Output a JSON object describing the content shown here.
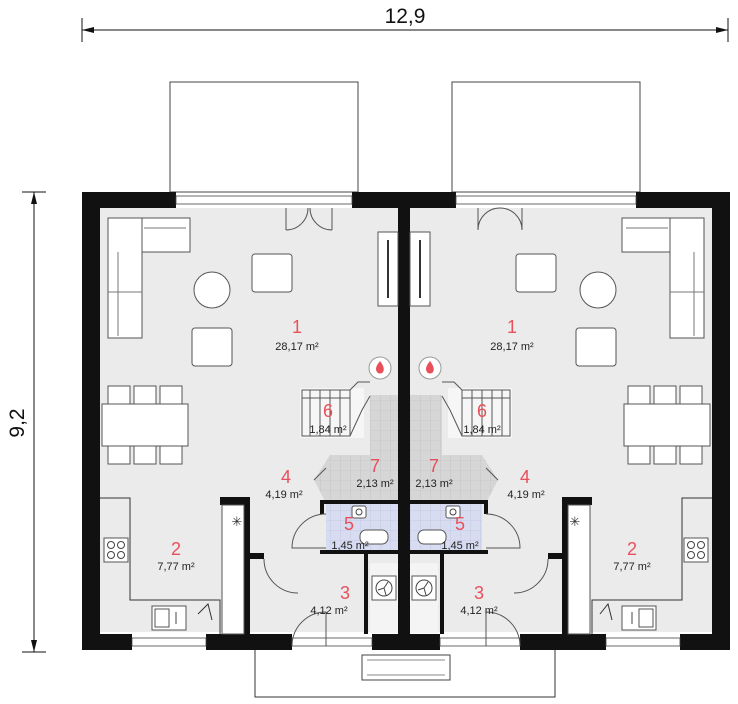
{
  "dimensions": {
    "width": "12,9",
    "height": "9,2"
  },
  "colors": {
    "floor": "#ebebeb",
    "tile_grey": "#d6d6d6",
    "tile_blue": "#d7dcf0",
    "wall": "#111111",
    "room_number": "#e8505b",
    "fire": "#e8505b"
  },
  "units": [
    {
      "side": "left",
      "rooms": [
        {
          "num": "1",
          "area": "28,17 m²"
        },
        {
          "num": "2",
          "area": "7,77 m²"
        },
        {
          "num": "3",
          "area": "4,12 m²"
        },
        {
          "num": "4",
          "area": "4,19 m²"
        },
        {
          "num": "5",
          "area": "1,45 m²"
        },
        {
          "num": "6",
          "area": "1,84 m²"
        },
        {
          "num": "7",
          "area": "2,13 m²"
        }
      ]
    },
    {
      "side": "right",
      "rooms": [
        {
          "num": "1",
          "area": "28,17 m²"
        },
        {
          "num": "2",
          "area": "7,77 m²"
        },
        {
          "num": "3",
          "area": "4,12 m²"
        },
        {
          "num": "4",
          "area": "4,19 m²"
        },
        {
          "num": "5",
          "area": "1,45 m²"
        },
        {
          "num": "6",
          "area": "1,84 m²"
        },
        {
          "num": "7",
          "area": "2,13 m²"
        }
      ]
    }
  ],
  "icons": [
    "fireplace-icon",
    "hob-icon",
    "sink-icon",
    "washing-machine-icon",
    "extractor-fan-icon"
  ]
}
